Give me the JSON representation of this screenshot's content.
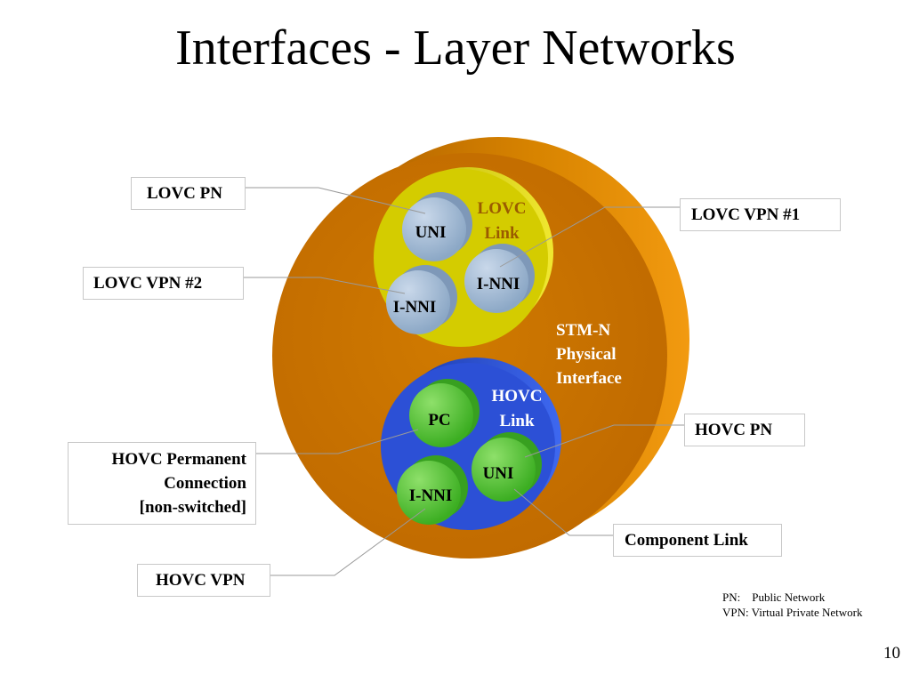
{
  "title": "Interfaces - Layer Networks",
  "colors": {
    "outer_cylinder": "#D07A00",
    "lovc_link": "#D8D000",
    "hovc_link": "#2E52D8",
    "lovc_port": "#93AECB",
    "hovc_port": "#4FC434"
  },
  "diagram": {
    "outer_label": [
      "STM-N",
      "Physical",
      "Interface"
    ],
    "lovc_link": {
      "label": [
        "LOVC",
        "Link"
      ],
      "ports": [
        "UNI",
        "I-NNI",
        "I-NNI"
      ]
    },
    "hovc_link": {
      "label": [
        "HOVC",
        "Link"
      ],
      "ports": [
        "PC",
        "UNI",
        "I-NNI"
      ]
    }
  },
  "callouts": {
    "lovc_pn": "LOVC PN",
    "lovc_vpn_1": "LOVC VPN #1",
    "lovc_vpn_2": "LOVC VPN #2",
    "hovc_permanent": [
      "HOVC Permanent",
      "Connection",
      "[non-switched]"
    ],
    "hovc_pn": "HOVC PN",
    "component_link": "Component Link",
    "hovc_vpn": "HOVC VPN"
  },
  "footnote": {
    "pn": "PN:    Public Network",
    "vpn": "VPN: Virtual Private Network"
  },
  "page_number": "10"
}
